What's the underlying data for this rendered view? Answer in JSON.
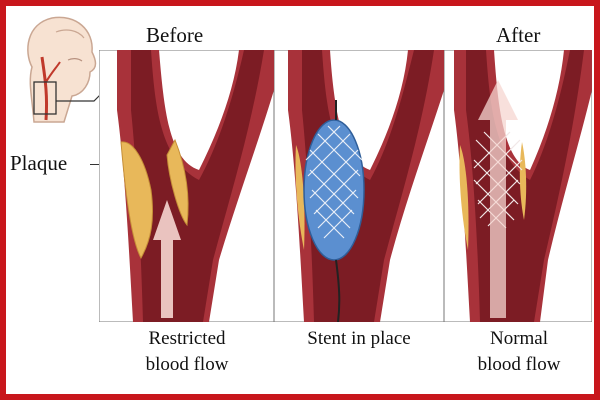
{
  "diagram": {
    "header_before": "Before",
    "header_after": "After",
    "label_plaque": "Plaque",
    "captions": {
      "restricted_line1": "Restricted",
      "restricted_line2": "blood flow",
      "stent": "Stent in place",
      "normal_line1": "Normal",
      "normal_line2": "blood flow"
    }
  },
  "colors": {
    "frame_border": "#c8161c",
    "artery_wall": "#a8323a",
    "lumen": "#7c1c24",
    "plaque": "#e8b85a",
    "stent_blue": "#5b8fd0"
  }
}
